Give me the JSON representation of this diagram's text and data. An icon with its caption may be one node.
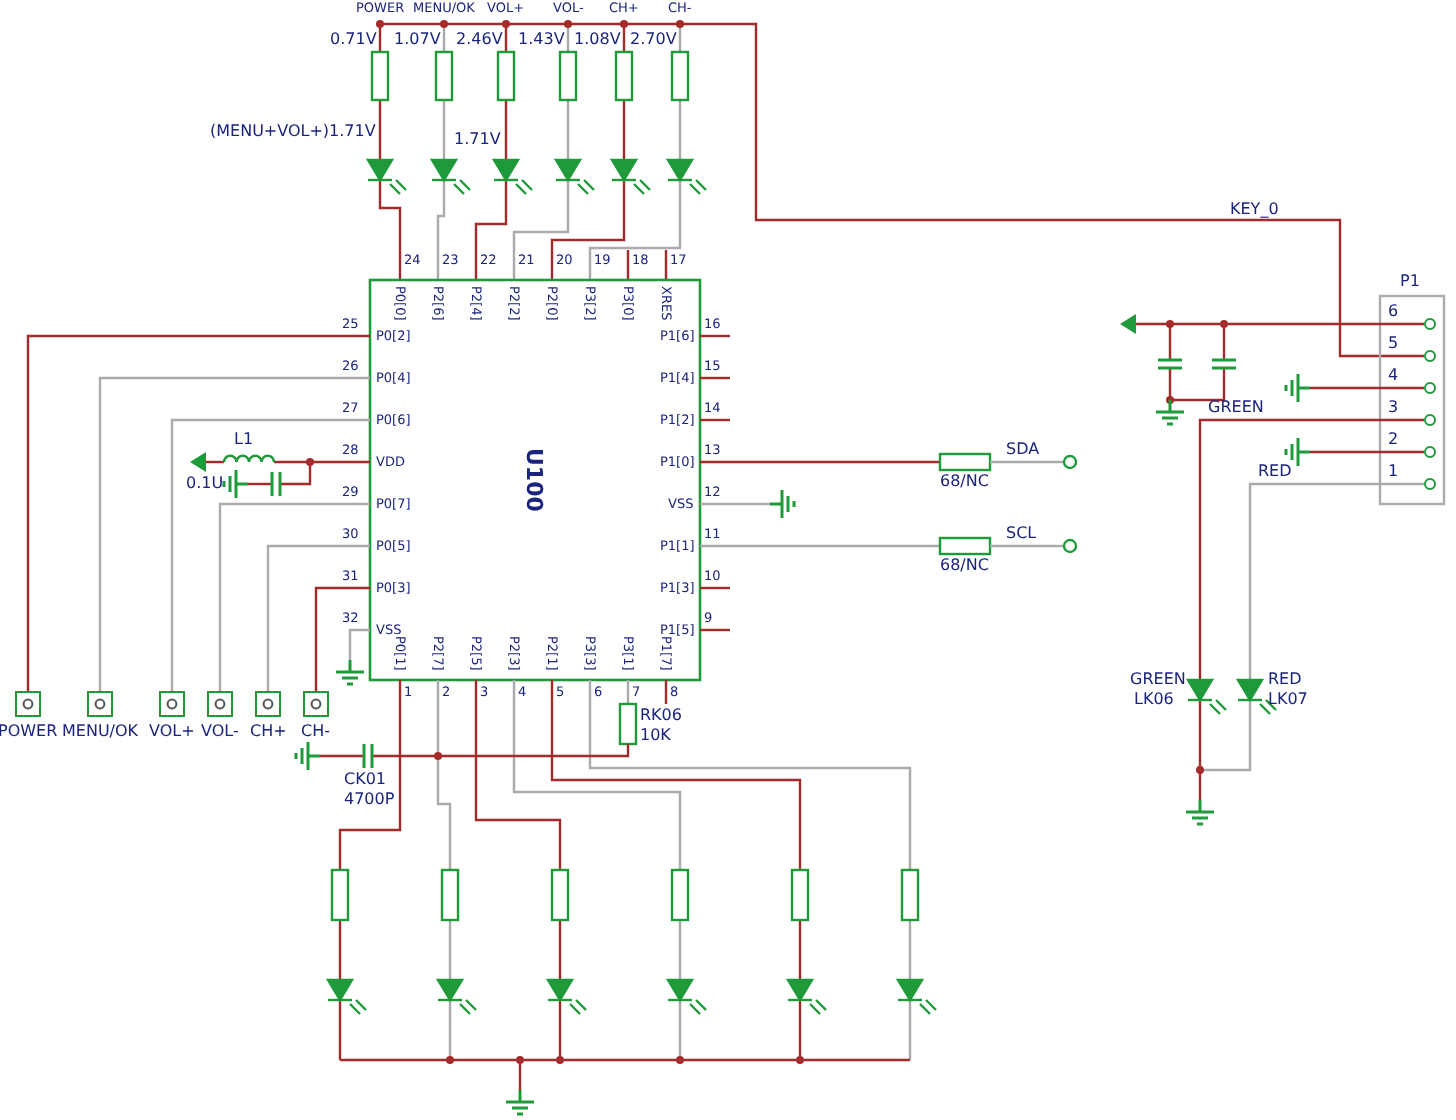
{
  "diagram": {
    "labels": [
      "POWER",
      "MENU/OK",
      "VOL+",
      "VOL-",
      "CH+",
      "CH-",
      "0.71V",
      "1.07V",
      "2.46V",
      "1.43V",
      "1.08V",
      "2.70V",
      "(MENU+VOL+)1.71V",
      "1.71V",
      "U100",
      "P0[2]",
      "P0[4]",
      "P0[6]",
      "VDD",
      "P0[7]",
      "P0[5]",
      "P0[3]",
      "VSS",
      "25",
      "26",
      "27",
      "28",
      "29",
      "30",
      "31",
      "32",
      "P1[6]",
      "P1[4]",
      "P1[2]",
      "P1[0]",
      "VSS",
      "P1[1]",
      "P1[3]",
      "P1[5]",
      "16",
      "15",
      "14",
      "13",
      "12",
      "11",
      "10",
      "9",
      "P0[0]",
      "P2[6]",
      "P2[4]",
      "P2[2]",
      "P2[0]",
      "P3[2]",
      "P3[0]",
      "XRES",
      "24",
      "23",
      "22",
      "21",
      "20",
      "19",
      "18",
      "17",
      "P0[1]",
      "P2[7]",
      "P2[5]",
      "P2[3]",
      "P2[1]",
      "P3[3]",
      "P3[1]",
      "P1[7]",
      "1",
      "2",
      "3",
      "4",
      "5",
      "6",
      "7",
      "8",
      "L1",
      "0.1U",
      "POWER",
      "MENU/OK",
      "VOL+",
      "VOL-",
      "CH+",
      "CH-",
      "SDA",
      "68/NC",
      "SCL",
      "68/NC",
      "KEY_0",
      "P1",
      "6",
      "5",
      "4",
      "3",
      "2",
      "1",
      "GREEN",
      "RED",
      "RK06",
      "10K",
      "GREEN",
      "RED",
      "LK06",
      "LK07",
      "CK01",
      "4700P"
    ]
  }
}
